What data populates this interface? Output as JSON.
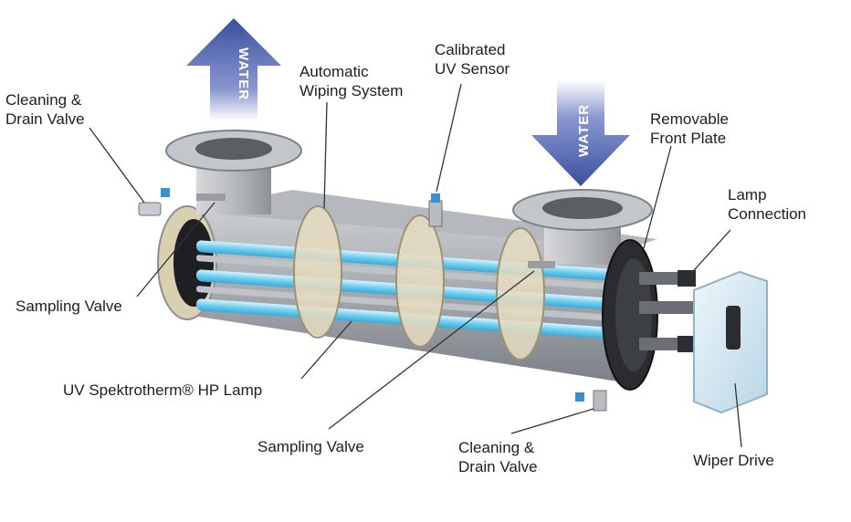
{
  "labels": {
    "cleaning_drain_valve_top": "Cleaning &\nDrain Valve",
    "automatic_wiping_system": "Automatic\nWiping System",
    "calibrated_uv_sensor": "Calibrated\nUV Sensor",
    "removable_front_plate": "Removable\nFront Plate",
    "lamp_connection": "Lamp\nConnection",
    "sampling_valve_left": "Sampling Valve",
    "uv_lamp": "UV Spektrotherm® HP Lamp",
    "sampling_valve_bottom": "Sampling Valve",
    "cleaning_drain_valve_bottom": "Cleaning &\nDrain Valve",
    "wiper_drive": "Wiper Drive"
  },
  "arrows": {
    "outlet_text": "WATER",
    "inlet_text": "WATER",
    "outlet_direction": "up",
    "inlet_direction": "down"
  },
  "colors": {
    "arrow_blue": "#3a4fa0",
    "lamp_blue": "#6ecff0",
    "steel": "#9a9ea3",
    "leader_line": "#333333"
  }
}
